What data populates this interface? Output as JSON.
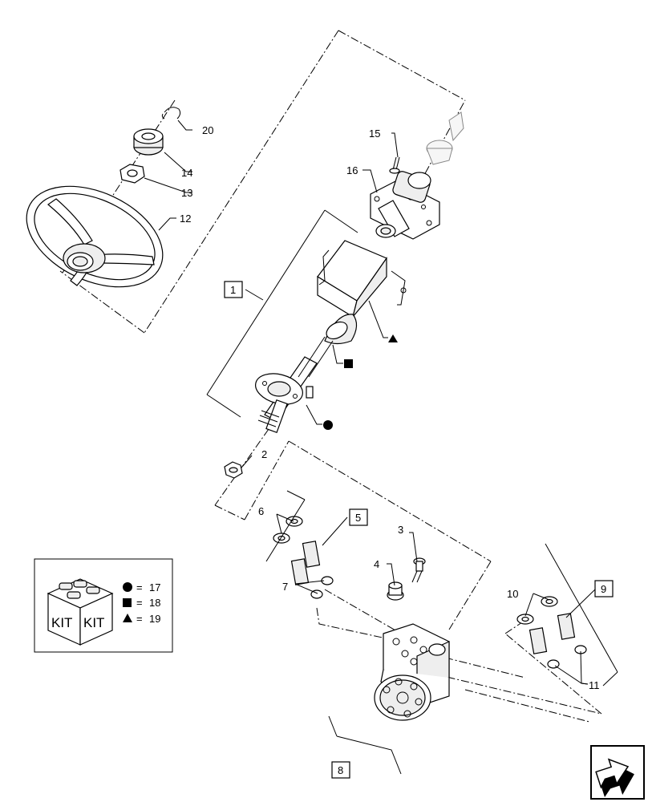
{
  "callouts": {
    "c1": "1",
    "c2": "2",
    "c3": "3",
    "c4": "4",
    "c5": "5",
    "c6": "6",
    "c7": "7",
    "c8": "8",
    "c9": "9",
    "c10": "10",
    "c11": "11",
    "c12": "12",
    "c13": "13",
    "c14": "14",
    "c15": "15",
    "c16": "16",
    "c20": "20"
  },
  "kit_legend": {
    "kit_text_left": "KIT",
    "kit_text_right": "KIT",
    "entries": [
      {
        "symbol": "circle",
        "equals": "=",
        "value": "17"
      },
      {
        "symbol": "square",
        "equals": "=",
        "value": "18"
      },
      {
        "symbol": "triangle",
        "equals": "=",
        "value": "19"
      }
    ]
  },
  "nav_icon": "next-page-arrow-icon"
}
